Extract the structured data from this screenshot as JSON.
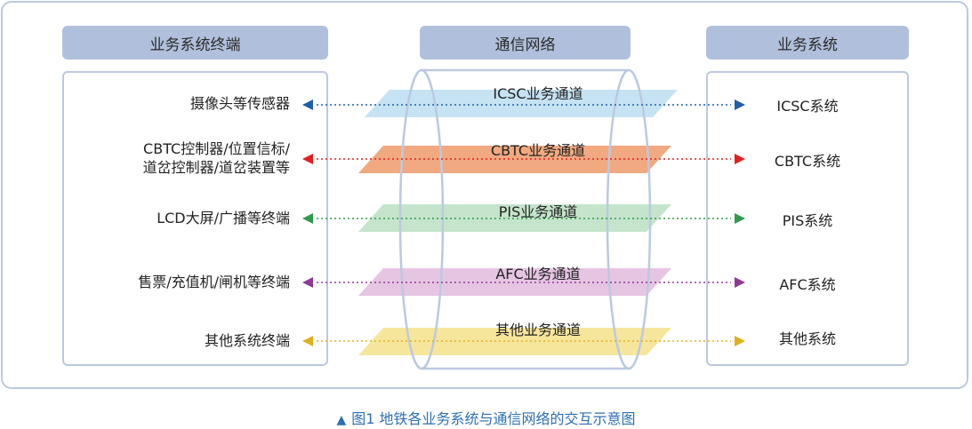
{
  "headers": {
    "left": "业务系统终端",
    "middle": "通信网络",
    "right": "业务系统"
  },
  "rows": [
    {
      "terminal_lines": [
        "摄像头等传感器"
      ],
      "channel": "ICSC业务通道",
      "system": "ICSC系统",
      "band_color": "#c6e3f3",
      "line_color": "#1f5fa8"
    },
    {
      "terminal_lines": [
        "CBTC控制器/位置信标/",
        "道岔控制器/道岔装置等"
      ],
      "channel": "CBTC业务通道",
      "system": "CBTC系统",
      "band_color": "#f0a980",
      "line_color": "#e02020"
    },
    {
      "terminal_lines": [
        "LCD大屏/广播等终端"
      ],
      "channel": "PIS业务通道",
      "system": "PIS系统",
      "band_color": "#c5e4cc",
      "line_color": "#2f9a4a"
    },
    {
      "terminal_lines": [
        "售票/充值机/闸机等终端"
      ],
      "channel": "AFC业务通道",
      "system": "AFC系统",
      "band_color": "#e6c5e3",
      "line_color": "#8e3a94"
    },
    {
      "terminal_lines": [
        "其他系统终端"
      ],
      "channel": "其他业务通道",
      "system": "其他系统",
      "band_color": "#f6e69c",
      "line_color": "#e0b020"
    }
  ],
  "caption": {
    "marker": "▲",
    "text": "图1  地铁各业务系统与通信网络的交互示意图"
  },
  "colors": {
    "frame": "#bcc9e0",
    "header_fill": "#b0c0dc",
    "caption": "#2e6fb5"
  }
}
